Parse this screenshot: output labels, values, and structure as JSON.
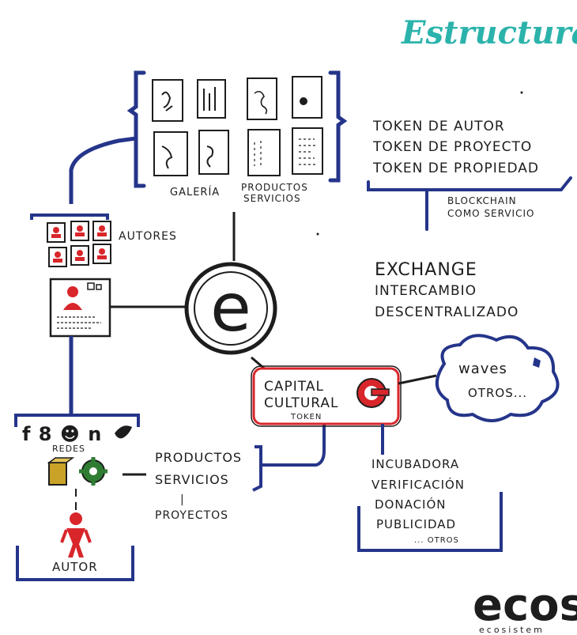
{
  "title": "Estructura",
  "center_logo_letter": "e",
  "gallery": {
    "label1": "GALERÍA",
    "label2a": "PRODUCTOS",
    "label2b": "SERVICIOS"
  },
  "tokens": {
    "t1": "TOKEN DE AUTOR",
    "t2": "TOKEN DE PROYECTO",
    "t3": "TOKEN DE PROPIEDAD",
    "blockchain1": "BLOCKCHAIN",
    "blockchain2": "COMO SERVICIO"
  },
  "exchange": {
    "l1": "EXCHANGE",
    "l2": "INTERCAMBIO",
    "l3": "DESCENTRALIZADO"
  },
  "autores_label": "AUTORES",
  "capital": {
    "l1": "CAPITAL",
    "l2": "CULTURAL",
    "l3": "TOKEN"
  },
  "cloud": {
    "l1": "waves",
    "l2": "OTROS..."
  },
  "redes": {
    "icons": "f  8  ☻  n",
    "label": "REDES"
  },
  "products_list": {
    "l1": "PRODUCTOS",
    "l2": "SERVICIOS",
    "l3": "|",
    "l4": "PROYECTOS"
  },
  "services": {
    "l1": "INCUBADORA",
    "l2": "VERIFICACIÓN",
    "l3": "DONACIÓN",
    "l4": "PUBLICIDAD",
    "l5": "... OTROS"
  },
  "autor_label": "AUTOR",
  "brand": {
    "name": "ecos",
    "sub": "ecosistem"
  },
  "colors": {
    "ink": "#1d1d1d",
    "blue": "#25358a",
    "teal": "#2bb3ab",
    "red": "#d8262b",
    "green": "#2f7d32",
    "gold": "#c9a227"
  }
}
